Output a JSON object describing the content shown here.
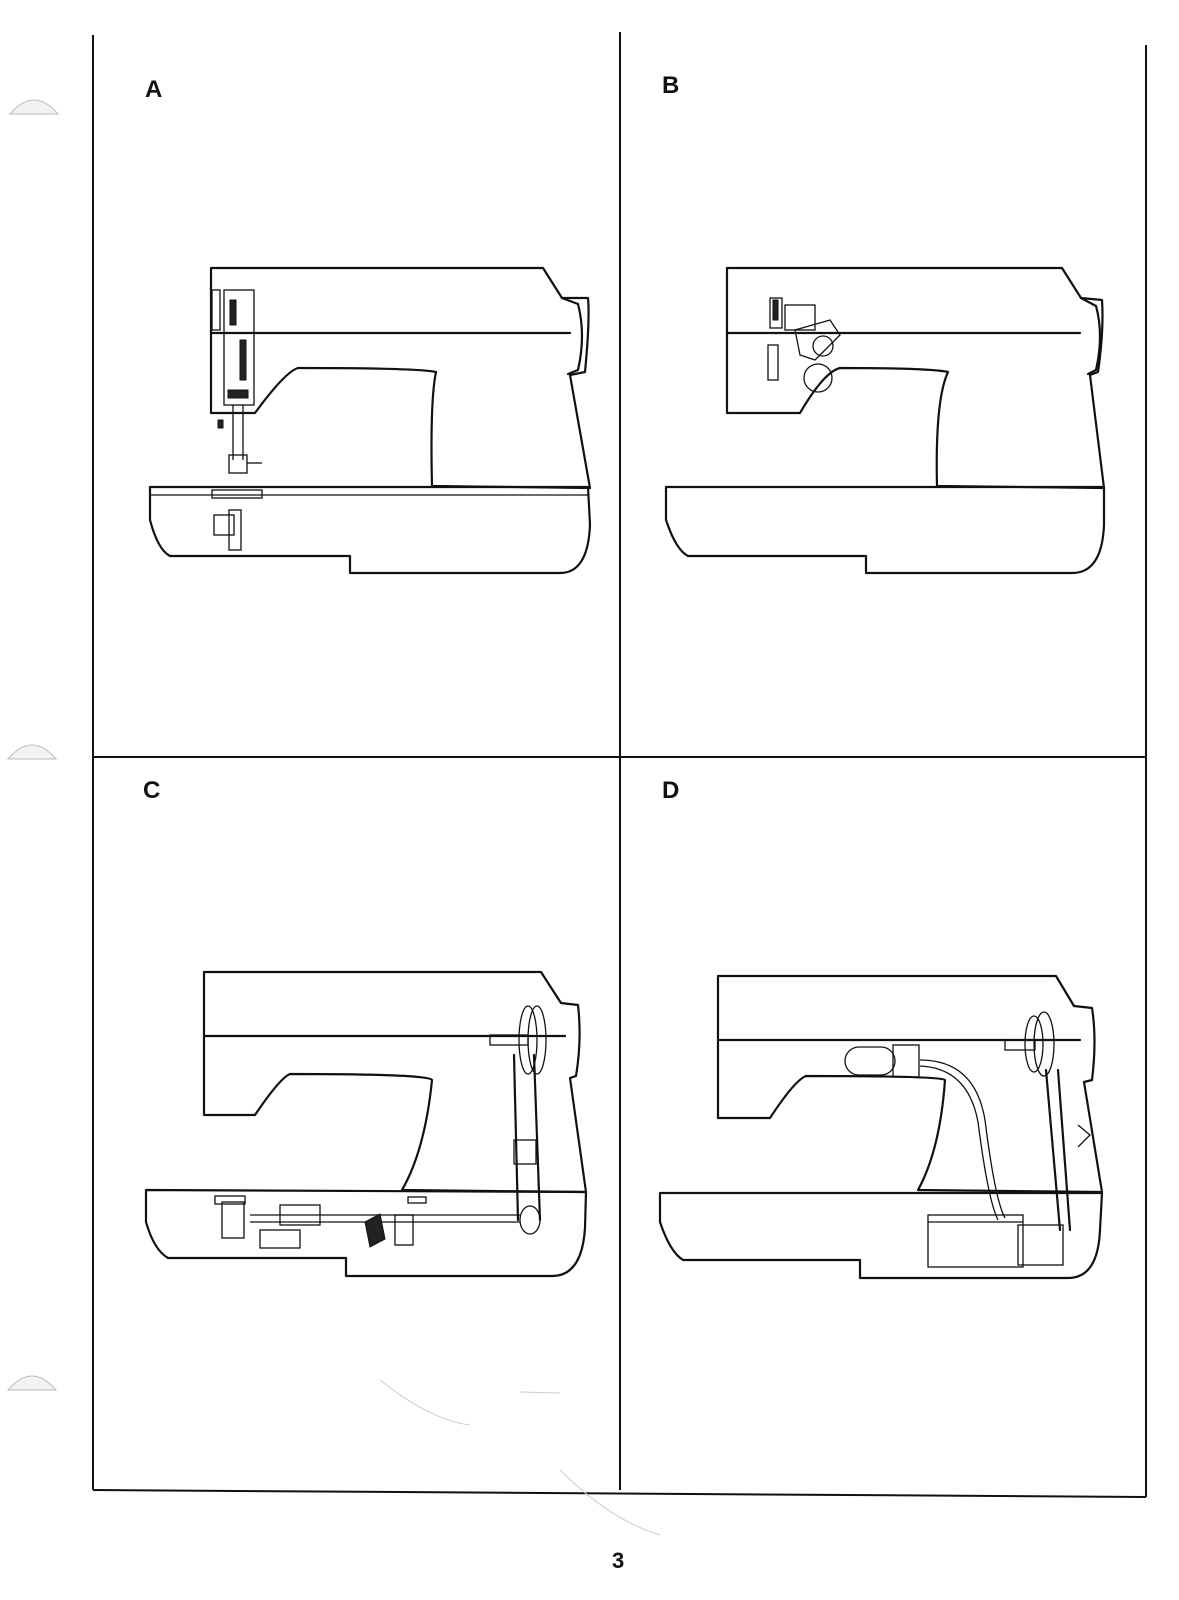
{
  "panels": [
    {
      "id": "A",
      "label": "A"
    },
    {
      "id": "B",
      "label": "B"
    },
    {
      "id": "C",
      "label": "C"
    },
    {
      "id": "D",
      "label": "D"
    }
  ],
  "page_number": "3"
}
